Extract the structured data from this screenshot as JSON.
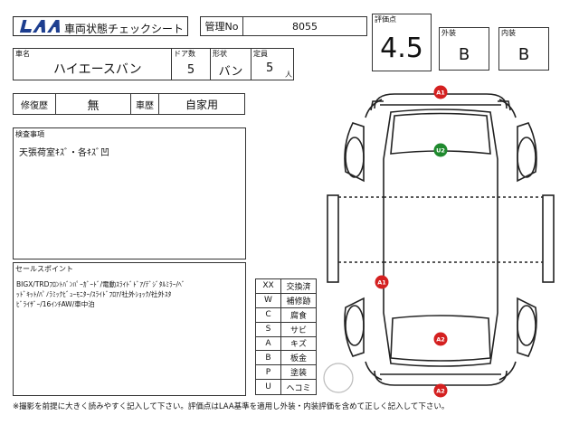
{
  "header": {
    "logo_text": "LAA",
    "sheet_title": "車両状態チェックシート",
    "mgmt_label": "管理No",
    "mgmt_value": "8055"
  },
  "score": {
    "label": "評価点",
    "value": "4.5",
    "exterior_label": "外装",
    "exterior_value": "B",
    "interior_label": "内装",
    "interior_value": "B"
  },
  "vehicle": {
    "name_label": "車名",
    "name_value": "ハイエースバン",
    "doors_label": "ドア数",
    "doors_value": "5",
    "body_label": "形状",
    "body_value": "バン",
    "capacity_label": "定員",
    "capacity_value": "5",
    "capacity_unit": "人"
  },
  "history": {
    "repair_label": "修復歴",
    "repair_value": "無",
    "usage_label": "車歴",
    "usage_value": "自家用"
  },
  "inspection": {
    "label": "検査事項",
    "text": "天張荷室ｷｽﾞ・各ｷｽﾞ凹"
  },
  "selling_points": {
    "label": "セールスポイント",
    "line1": "BIGX/TRDﾌﾛﾝﾄﾊﾞﾝﾊﾟｰｶﾞｰﾄﾞ/電動ｽﾗｲﾄﾞﾄﾞｱ/ﾃﾞｼﾞﾀﾙﾐﾗｰ/ﾍﾞ",
    "line2": "ｯﾄﾞｷｯﾄ/ﾊﾟﾉﾗﾐｯｸﾋﾞｭｰﾓﾆﾀｰ/ｽﾗｲﾄﾞﾌﾛｱ/社外ｼｮｯｸ/社外ｽﾀ",
    "line3": "ﾋﾞﾗｲｻﾞｰ/16ｲﾝﾁAW/車中泊"
  },
  "legend": [
    {
      "code": "XX",
      "meaning": "交換済"
    },
    {
      "code": "W",
      "meaning": "補修跡"
    },
    {
      "code": "C",
      "meaning": "腐食"
    },
    {
      "code": "S",
      "meaning": "サビ"
    },
    {
      "code": "A",
      "meaning": "キズ"
    },
    {
      "code": "B",
      "meaning": "板金"
    },
    {
      "code": "P",
      "meaning": "塗装"
    },
    {
      "code": "U",
      "meaning": "ヘコミ"
    }
  ],
  "damage_markers": [
    {
      "code": "A1",
      "color": "#d42020"
    },
    {
      "code": "U2",
      "color": "#1f8a2e"
    },
    {
      "code": "A1",
      "color": "#d42020"
    },
    {
      "code": "A2",
      "color": "#d42020"
    },
    {
      "code": "A2",
      "color": "#d42020"
    }
  ],
  "footer_note": "※撮影を前提に大きく読みやすく記入して下さい。評価点はLAA基準を適用し外装・内装評価を含めて正しく記入して下さい。"
}
